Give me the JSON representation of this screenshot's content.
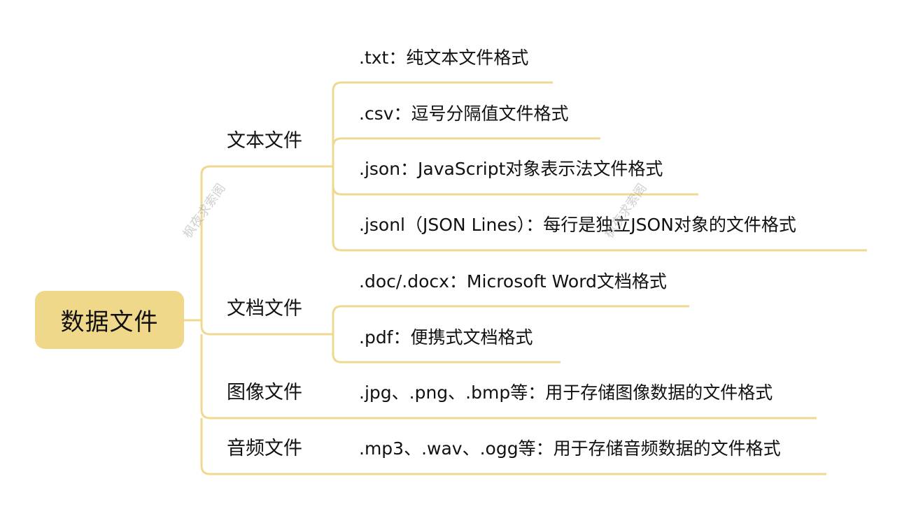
{
  "root": {
    "label": "数据文件"
  },
  "branches": [
    {
      "label": "文本文件",
      "leaves": [
        ".txt：纯文本文件格式",
        ".csv：逗号分隔值文件格式",
        ".json：JavaScript对象表示法文件格式",
        ".jsonl（JSON Lines）：每行是独立JSON对象的文件格式"
      ]
    },
    {
      "label": "文档文件",
      "leaves": [
        ".doc/.docx：Microsoft Word文档格式",
        ".pdf：便携式文档格式"
      ]
    },
    {
      "label": "图像文件",
      "leaves": [
        ".jpg、.png、.bmp等：用于存储图像数据的文件格式"
      ]
    },
    {
      "label": "音频文件",
      "leaves": [
        ".mp3、.wav、.ogg等：用于存储音频数据的文件格式"
      ]
    }
  ],
  "watermark": "枫夜求索阁",
  "colors": {
    "node_fill": "#f0d88a",
    "connector": "#efd88f",
    "text": "#111111"
  }
}
